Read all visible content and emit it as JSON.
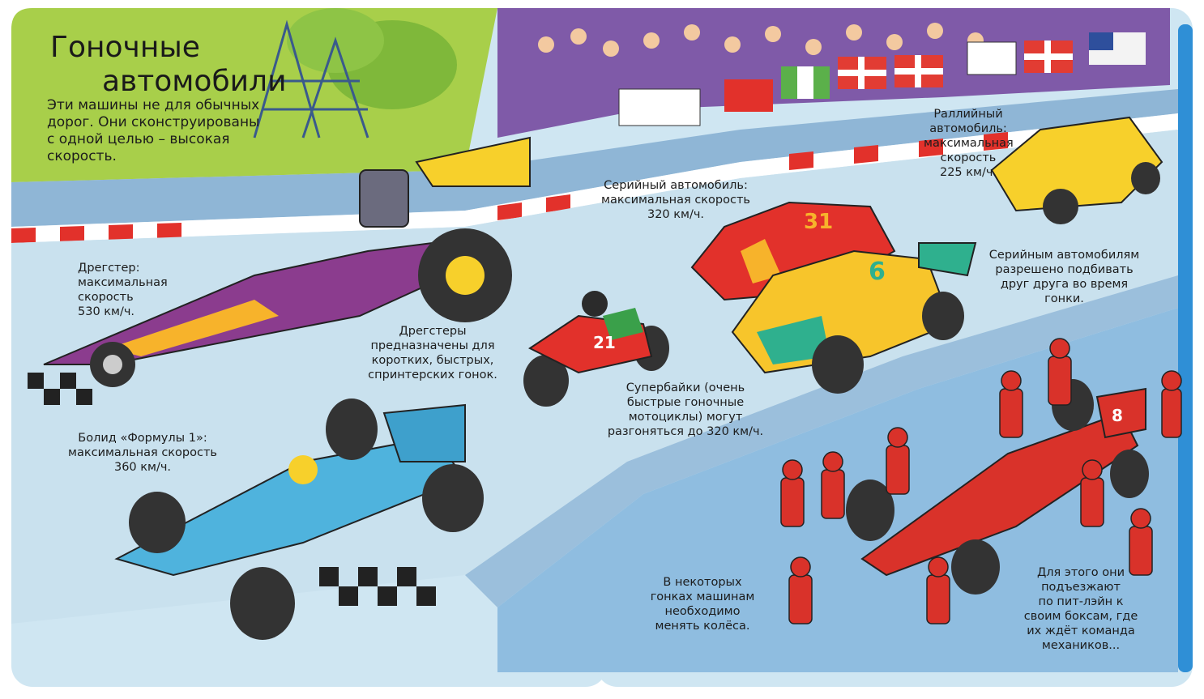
{
  "title": {
    "line1": "Гоночные",
    "line2": "автомобили"
  },
  "intro": [
    "Эти машины не для обычных",
    "дорог. Они сконструированы",
    "с одной целью – высокая",
    "скорость."
  ],
  "captions": {
    "dragster": [
      "Дрегстер:",
      "максимальная",
      "скорость",
      "530 км/ч."
    ],
    "dragster_purpose": [
      "Дрегстеры",
      "предназначены для",
      "коротких, быстрых,",
      "спринтерских гонок."
    ],
    "stock_car": [
      "Серийный автомобиль:",
      "максимальная скорость",
      "320 км/ч."
    ],
    "rally_car": [
      "Раллийный",
      "автомобиль:",
      "максимальная",
      "скорость",
      "225 км/ч."
    ],
    "stock_bump": [
      "Серийным автомобилям",
      "разрешено подбивать",
      "друг друга во время",
      "гонки."
    ],
    "formula1": [
      "Болид «Формулы 1»:",
      "максимальная скорость",
      "360 км/ч."
    ],
    "superbikes": [
      "Супербайки (очень",
      "быстрые гоночные",
      "мотоциклы) могут",
      "разгоняться до 320 км/ч."
    ],
    "wheels": [
      "В некоторых",
      "гонках машинам",
      "необходимо",
      "менять колёса."
    ],
    "pitlane": [
      "Для этого они",
      "подъезжают",
      "по пит-лэйн к",
      "своим боксам, где",
      "их ждёт команда",
      "механиков..."
    ]
  },
  "car_numbers": {
    "stock_red": "31",
    "stock_yellow": "6",
    "bike": "21",
    "f1_red": "8"
  },
  "colors": {
    "sky_green": "#a8cf4a",
    "road": "#c9e1ee",
    "kerb_red": "#e2312b",
    "dragster_purple": "#8b3c8e",
    "f1_blue": "#4fb3dd",
    "pit_red": "#d9322a",
    "page_shadow": "#2f8fd6"
  }
}
